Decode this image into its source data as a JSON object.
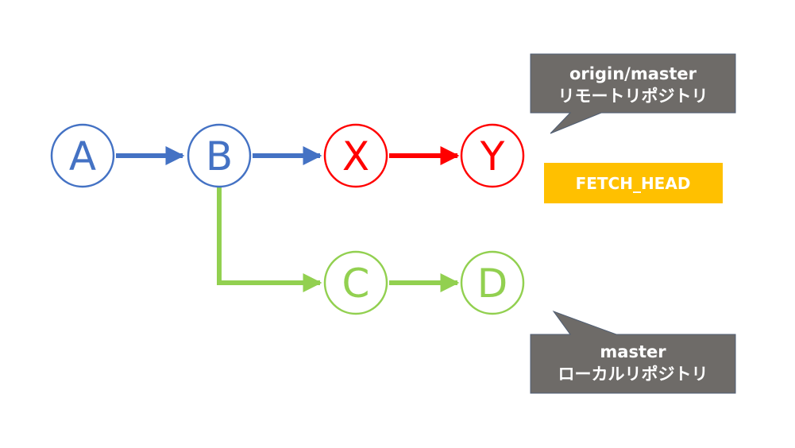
{
  "colors": {
    "blue": "#4472C4",
    "red": "#FF0000",
    "green": "#92D050",
    "callout": "#6E6B68",
    "fetch_head": "#FFC000"
  },
  "nodes": {
    "a": "A",
    "b": "B",
    "x": "X",
    "y": "Y",
    "c": "C",
    "d": "D"
  },
  "remote_callout": {
    "line1": "origin/master",
    "line2": "リモートリポジトリ"
  },
  "local_callout": {
    "line1": "master",
    "line2": "ローカルリポジトリ"
  },
  "fetch_head": {
    "label": "FETCH_HEAD"
  }
}
